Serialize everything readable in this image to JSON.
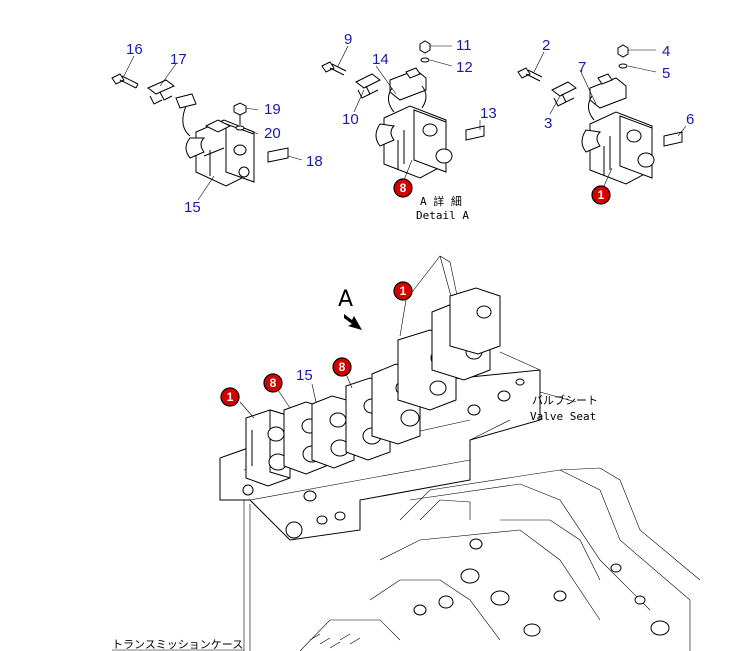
{
  "part_numbers": [
    "16",
    "17",
    "19",
    "20",
    "18",
    "15",
    "9",
    "11",
    "12",
    "14",
    "10",
    "13",
    "2",
    "4",
    "5",
    "7",
    "3",
    "6"
  ],
  "callouts": {
    "one": "1",
    "eight": "8"
  },
  "labels": {
    "detail_jp": "A 詳 細",
    "detail_en": "Detail A",
    "view_letter": "A",
    "valve_seat_jp": "バルブシート",
    "valve_seat_en": "Valve Seat",
    "transmission_case_jp": "トランスミッションケース",
    "bottom_15": "15"
  },
  "colors": {
    "number": "#1a1aa8",
    "callout": "#d40000",
    "line": "#000000"
  }
}
